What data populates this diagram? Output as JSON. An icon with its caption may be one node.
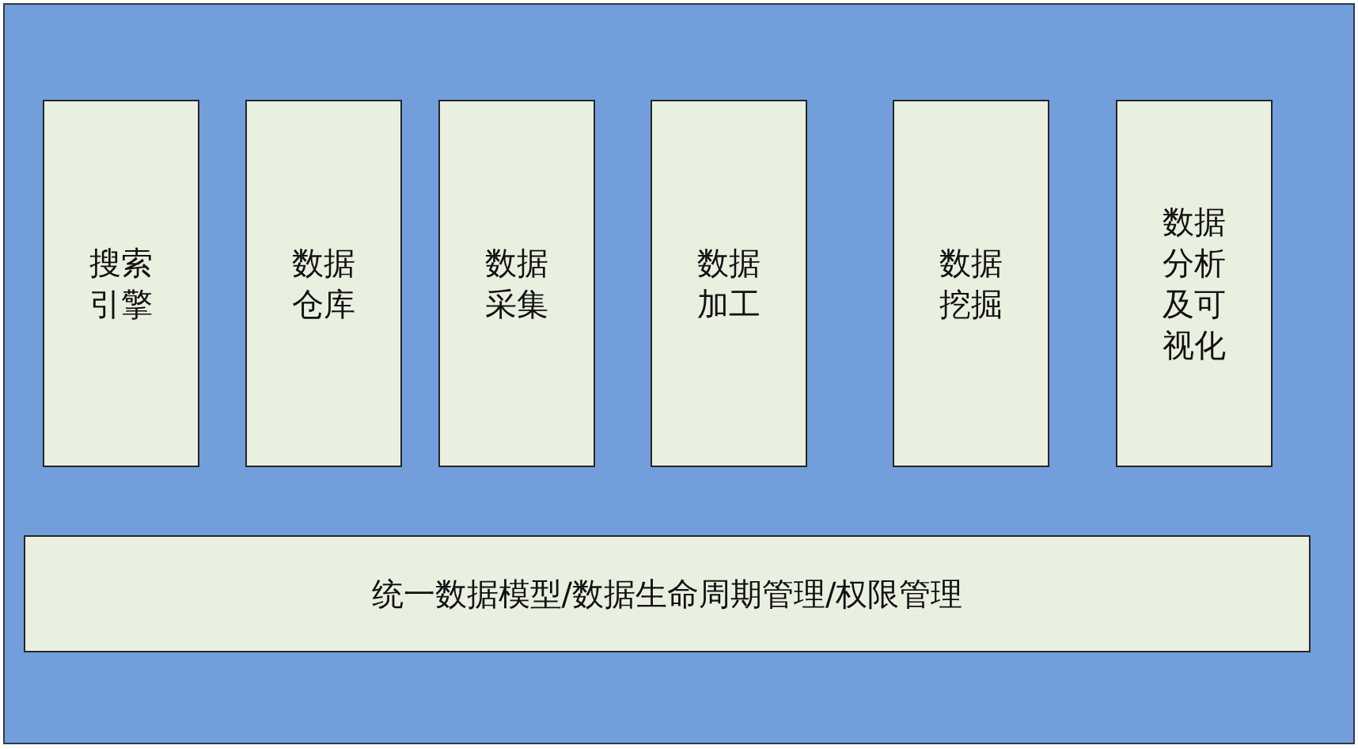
{
  "diagram": {
    "nodes": [
      {
        "text": [],
        "shape": "box"
      },
      {
        "text": [
          "搜索引擎"
        ],
        "in": 0
      },
      {
        "text": [
          "数据仓库"
        ],
        "in": 0
      },
      {
        "text": [
          "数据采集"
        ],
        "in": 0
      },
      {
        "text": [
          "数据加工"
        ],
        "in": 0
      },
      {
        "text": [
          "数据挖掘"
        ],
        "in": 0
      },
      {
        "text": [
          "数据分析及可视化"
        ],
        "in": 0
      },
      {
        "text": [
          "统一数据模型/数据生命周期管理/权限管理"
        ],
        "in": 0
      }
    ],
    "edges": []
  }
}
